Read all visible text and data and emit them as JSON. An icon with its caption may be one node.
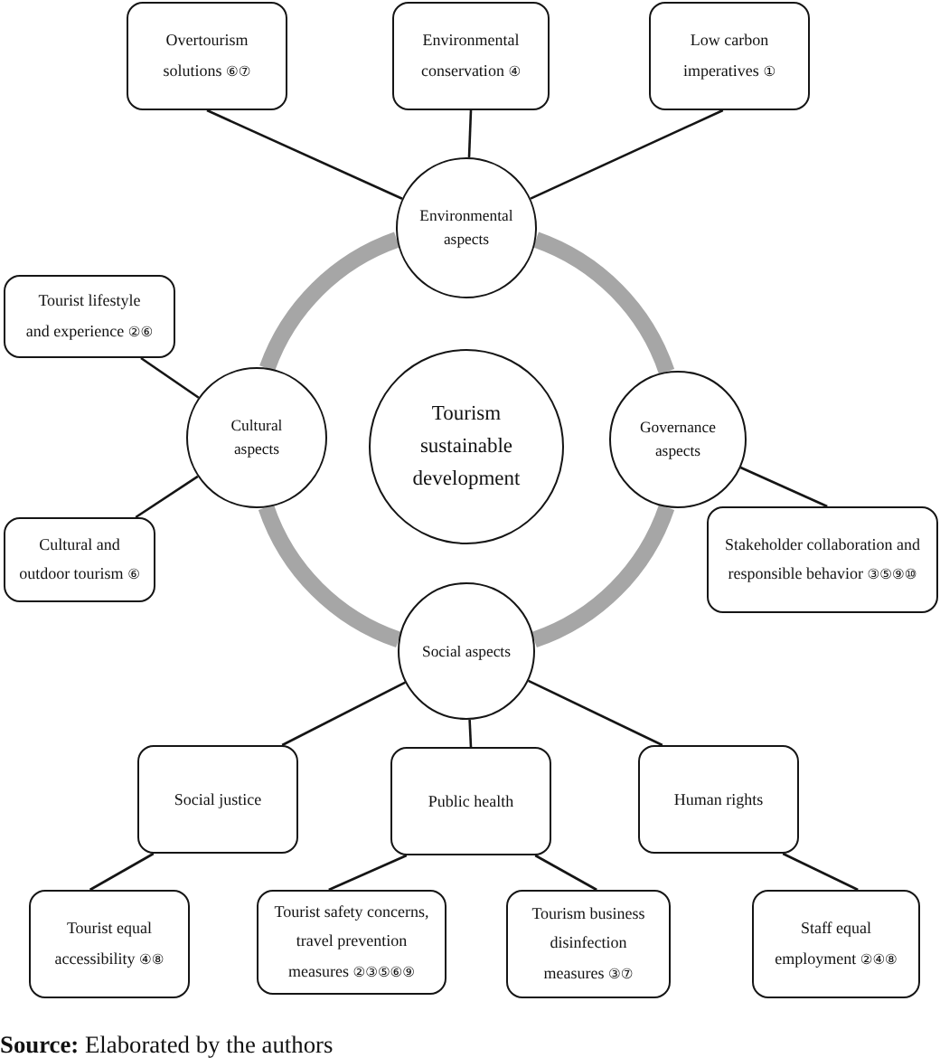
{
  "diagram": {
    "nodes": [
      {
        "text": [
          "Overtourism solutions ⑥⑦"
        ]
      },
      {
        "text": [
          "Environmental conservation ④"
        ]
      },
      {
        "text": [
          "Low carbon imperatives ①"
        ]
      },
      {
        "text": [
          "Environmental aspects"
        ]
      },
      {
        "text": [
          "Tourist lifestyle and experience ②⑥"
        ]
      },
      {
        "text": [
          "Cultural aspects"
        ]
      },
      {
        "text": [
          "Tourism sustainable development"
        ]
      },
      {
        "text": [
          "Governance aspects"
        ]
      },
      {
        "text": [
          "Cultural and outdoor tourism ⑥"
        ]
      },
      {
        "text": [
          "Stakeholder collaboration and responsible behavior ③⑤⑨⑩"
        ]
      },
      {
        "text": [
          "Social aspects"
        ]
      },
      {
        "text": [
          "Social justice"
        ]
      },
      {
        "text": [
          "Public health"
        ]
      },
      {
        "text": [
          "Human rights"
        ]
      },
      {
        "text": [
          "Tourist equal accessibility ④⑧"
        ]
      },
      {
        "text": [
          "Tourist safety concerns, travel prevention measures ②③⑤⑥⑨"
        ]
      },
      {
        "text": [
          "Tourism business disinfection measures ③⑦"
        ]
      },
      {
        "text": [
          "Staff equal employment ②④⑧"
        ]
      }
    ],
    "edges": [
      {
        "from": 3,
        "to": 0,
        "arrow": "none"
      },
      {
        "from": 3,
        "to": 1,
        "arrow": "none"
      },
      {
        "from": 3,
        "to": 2,
        "arrow": "none"
      },
      {
        "from": 5,
        "to": 4,
        "arrow": "none"
      },
      {
        "from": 5,
        "to": 8,
        "arrow": "none"
      },
      {
        "from": 7,
        "to": 9,
        "arrow": "none"
      },
      {
        "from": 10,
        "to": 11,
        "arrow": "none"
      },
      {
        "from": 10,
        "to": 12,
        "arrow": "none"
      },
      {
        "from": 10,
        "to": 13,
        "arrow": "none"
      },
      {
        "from": 11,
        "to": 14,
        "arrow": "none"
      },
      {
        "from": 12,
        "to": 15,
        "arrow": "none"
      },
      {
        "from": 12,
        "to": 16,
        "arrow": "none"
      },
      {
        "from": 13,
        "to": 17,
        "arrow": "none"
      },
      {
        "from": 3,
        "to": 7,
        "arrow": "none",
        "style": "thick",
        "color": "#a6a6a6"
      },
      {
        "from": 7,
        "to": 10,
        "arrow": "none",
        "style": "thick",
        "color": "#a6a6a6"
      },
      {
        "from": 10,
        "to": 5,
        "arrow": "none",
        "style": "thick",
        "color": "#a6a6a6"
      },
      {
        "from": 5,
        "to": 3,
        "arrow": "none",
        "style": "thick",
        "color": "#a6a6a6"
      }
    ],
    "caption": "**Source:** Elaborated by the authors"
  }
}
